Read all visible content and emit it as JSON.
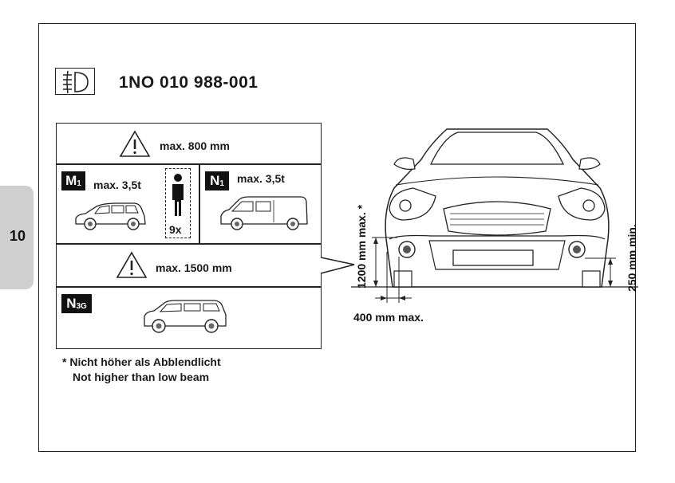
{
  "page": {
    "number": "10"
  },
  "header": {
    "part_number": "1NO 010 988-001",
    "icon": "fog-light-icon"
  },
  "table": {
    "top_row": {
      "icon": "warning-triangle-icon",
      "text": "max. 800 mm"
    },
    "m1": {
      "badge_main": "M",
      "badge_sub": "1",
      "text": "max. 3,5t",
      "person_text": "9x"
    },
    "n1": {
      "badge_main": "N",
      "badge_sub": "1",
      "text": "max. 3,5t"
    },
    "middle_row": {
      "icon": "warning-triangle-icon",
      "text": "max. 1500 mm"
    },
    "n3g": {
      "badge_main": "N",
      "badge_sub": "3G"
    }
  },
  "footnote": {
    "line1": "* Nicht höher als Abblendlicht",
    "line2": "Not higher than low beam"
  },
  "dimensions": {
    "height_max": "1200 mm max. *",
    "height_min": "250 mm min.",
    "side_max": "400 mm max."
  }
}
